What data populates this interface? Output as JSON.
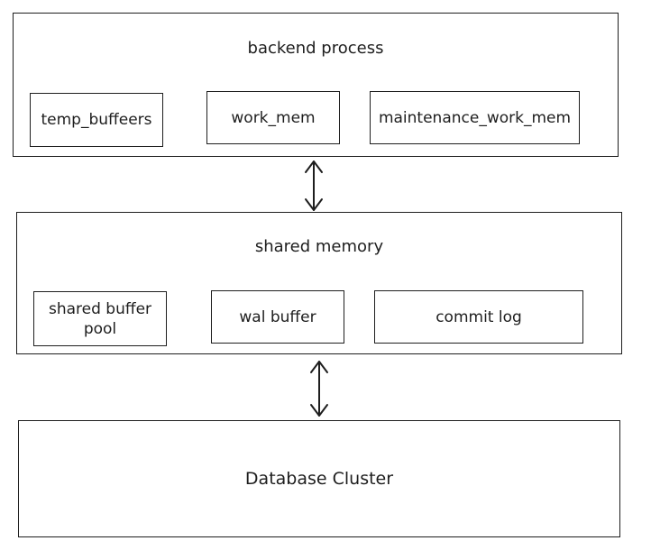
{
  "backend": {
    "title": "backend process",
    "items": [
      {
        "label": "temp_buffeers"
      },
      {
        "label": "work_mem"
      },
      {
        "label": "maintenance_work_mem"
      }
    ]
  },
  "shared": {
    "title": "shared memory",
    "items": [
      {
        "label": "shared buffer pool"
      },
      {
        "label": "wal buffer"
      },
      {
        "label": "commit log"
      }
    ]
  },
  "cluster": {
    "title": "Database Cluster"
  }
}
